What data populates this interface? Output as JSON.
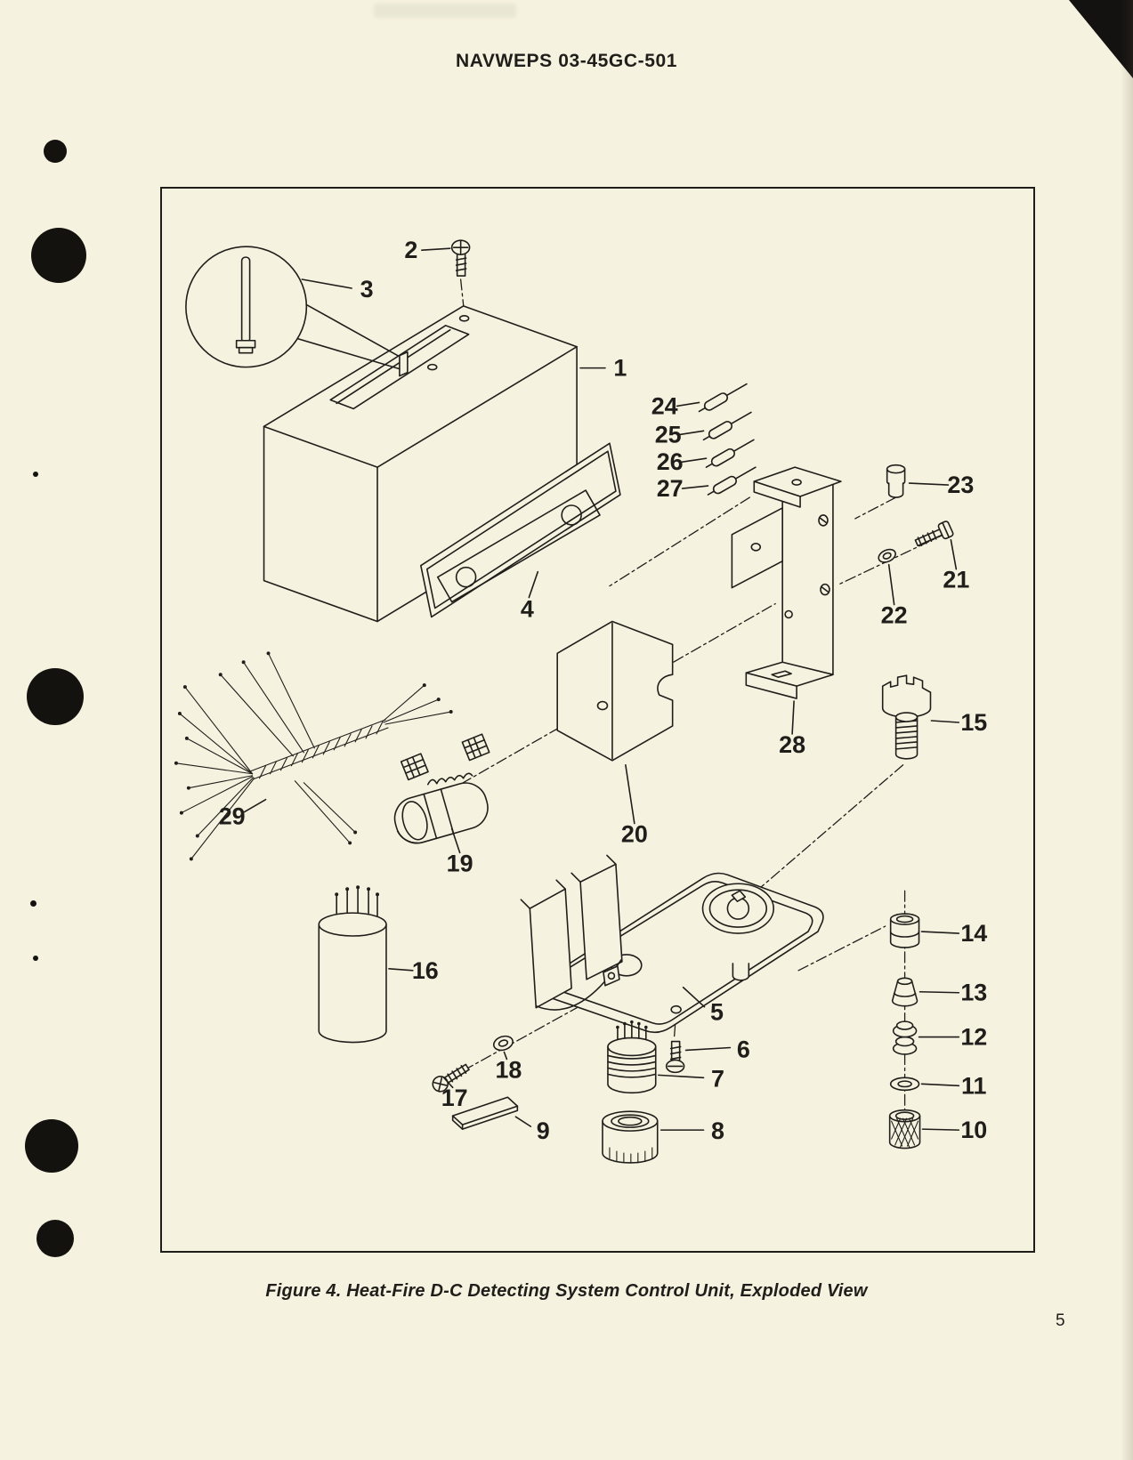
{
  "colors": {
    "paper": "#f6f2e0",
    "ink": "#201e1a"
  },
  "page": {
    "header": "NAVWEPS 03-45GC-501",
    "page_number": "5"
  },
  "figure": {
    "type": "exploded-view-diagram",
    "caption": "Figure 4. Heat-Fire D-C Detecting System Control Unit, Exploded View",
    "callouts": [
      {
        "label": "1"
      },
      {
        "label": "2"
      },
      {
        "label": "3"
      },
      {
        "label": "4"
      },
      {
        "label": "5"
      },
      {
        "label": "6"
      },
      {
        "label": "7"
      },
      {
        "label": "8"
      },
      {
        "label": "9"
      },
      {
        "label": "10"
      },
      {
        "label": "11"
      },
      {
        "label": "12"
      },
      {
        "label": "13"
      },
      {
        "label": "14"
      },
      {
        "label": "15"
      },
      {
        "label": "16"
      },
      {
        "label": "17"
      },
      {
        "label": "18"
      },
      {
        "label": "19"
      },
      {
        "label": "20"
      },
      {
        "label": "21"
      },
      {
        "label": "22"
      },
      {
        "label": "23"
      },
      {
        "label": "24"
      },
      {
        "label": "25"
      },
      {
        "label": "26"
      },
      {
        "label": "27"
      },
      {
        "label": "28"
      },
      {
        "label": "29"
      }
    ]
  }
}
